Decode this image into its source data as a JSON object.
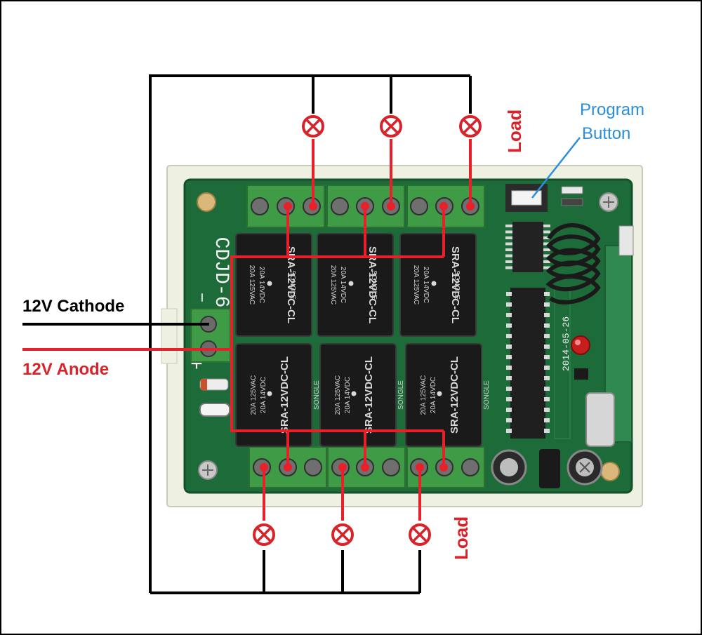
{
  "labels": {
    "program_button": [
      "Program",
      "Button"
    ],
    "load_top": "Load",
    "load_bottom": "Load",
    "cathode": "12V Cathode",
    "anode": "12V Anode"
  },
  "board": {
    "model": "CDJD-6",
    "date": "2014-05-26",
    "minus": "−",
    "plus": "+"
  },
  "relay": {
    "model": "SRA-12VDC-CL",
    "brand": "SONGLE",
    "rating1": "20A 14VDC",
    "rating2": "20A 125VAC"
  },
  "colors": {
    "wire_black": "#000000",
    "wire_red": "#e8202a",
    "load_red": "#d8232a",
    "label_blue": "#2a8fd8",
    "pcb_green": "#1e6b3a",
    "terminal_green": "#3f9b45",
    "relay_black": "#1a1a1a"
  }
}
